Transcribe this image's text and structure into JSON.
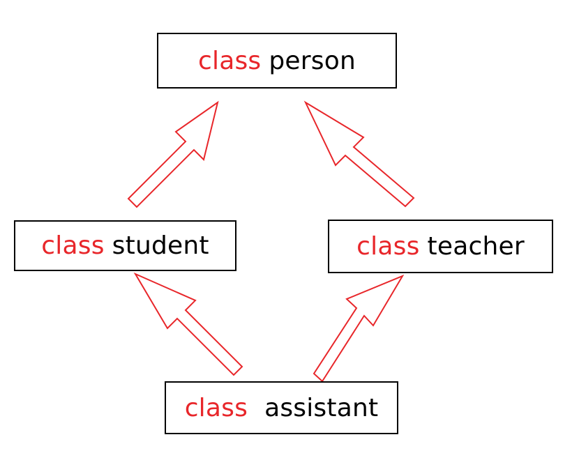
{
  "colors": {
    "keyword": "#e8262a",
    "name": "#000000",
    "arrow_stroke": "#e8262a",
    "box_border": "#000000",
    "background": "#ffffff"
  },
  "classes": {
    "person": {
      "keyword": "class",
      "name": "person"
    },
    "student": {
      "keyword": "class",
      "name": "student"
    },
    "teacher": {
      "keyword": "class",
      "name": "teacher"
    },
    "assistant": {
      "keyword": "class",
      "name": "assistant"
    }
  },
  "edges": [
    {
      "from": "student",
      "to": "person",
      "style": "hollow-arrow"
    },
    {
      "from": "teacher",
      "to": "person",
      "style": "hollow-arrow"
    },
    {
      "from": "assistant",
      "to": "student",
      "style": "hollow-arrow"
    },
    {
      "from": "assistant",
      "to": "teacher",
      "style": "hollow-arrow"
    }
  ]
}
